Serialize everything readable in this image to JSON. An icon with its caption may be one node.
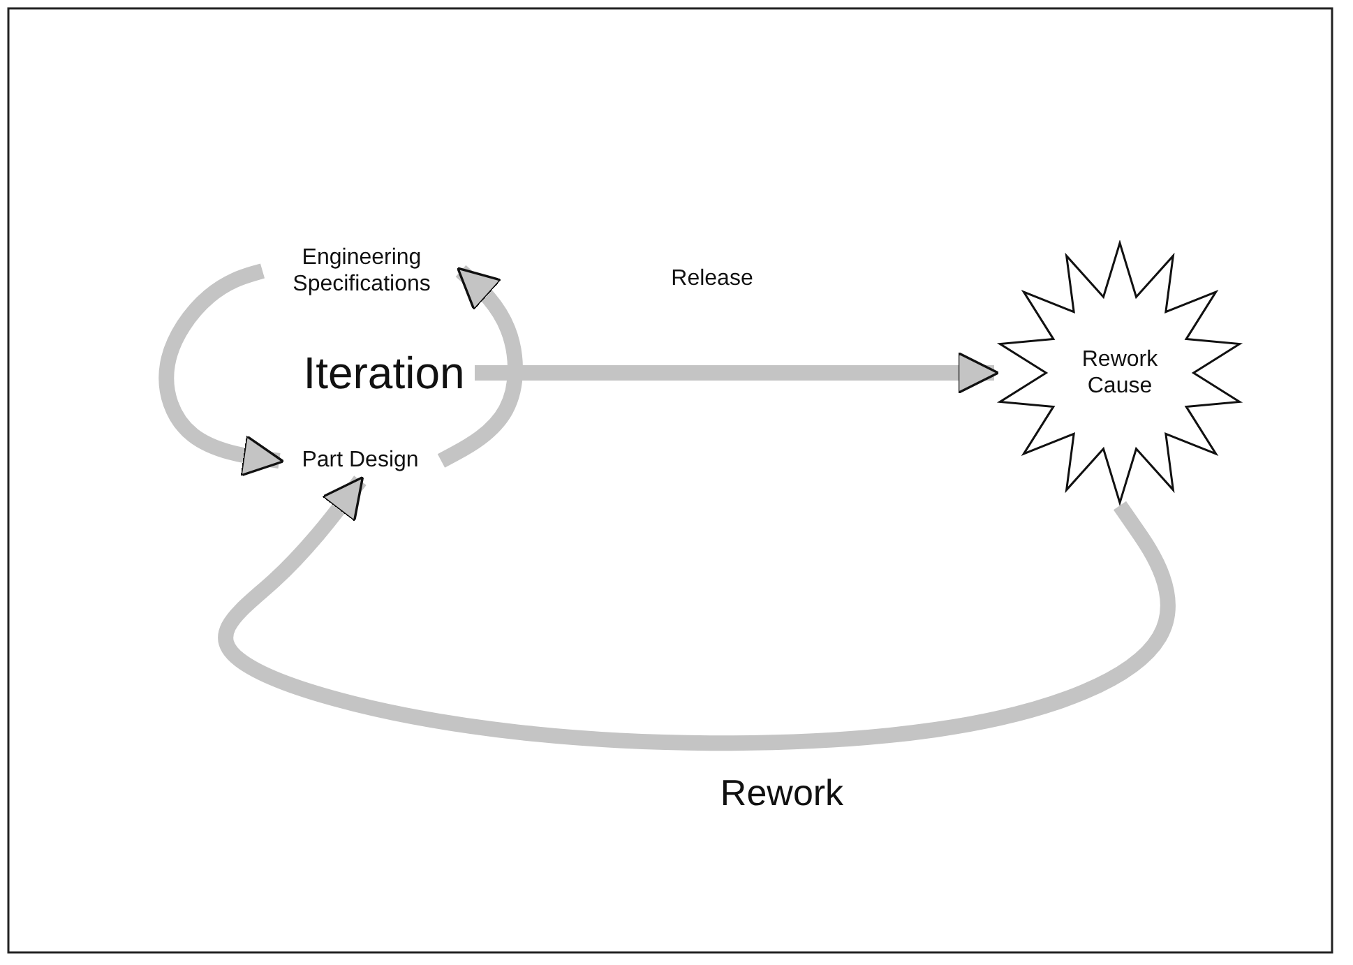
{
  "diagram": {
    "nodes": [
      {
        "text": [
          "Engineering Specifications"
        ]
      },
      {
        "text": [
          "Iteration"
        ]
      },
      {
        "text": [
          "Part Design"
        ]
      },
      {
        "text": [
          "Rework Cause"
        ]
      }
    ],
    "edges": [
      {
        "from": 0,
        "to": 2,
        "arrow": "to"
      },
      {
        "from": 2,
        "to": 0,
        "arrow": "to"
      },
      {
        "from": 1,
        "to": 3,
        "arrow": "to",
        "label": "Release"
      },
      {
        "from": 3,
        "to": 2,
        "arrow": "to",
        "label": "Rework"
      }
    ]
  }
}
